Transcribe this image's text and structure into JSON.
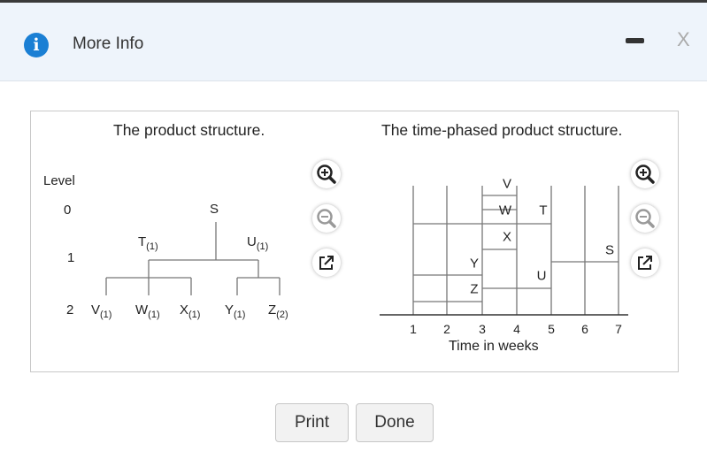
{
  "dialog": {
    "title": "More Info",
    "info_glyph": "i",
    "close_glyph": "X"
  },
  "left_panel": {
    "title": "The product structure.",
    "level_header": "Level",
    "levels": [
      "0",
      "1",
      "2"
    ],
    "root": "S",
    "level1": [
      {
        "name": "T",
        "qty": "(1)"
      },
      {
        "name": "U",
        "qty": "(1)"
      }
    ],
    "level2": [
      {
        "name": "V",
        "qty": "(1)"
      },
      {
        "name": "W",
        "qty": "(1)"
      },
      {
        "name": "X",
        "qty": "(1)"
      },
      {
        "name": "Y",
        "qty": "(1)"
      },
      {
        "name": "Z",
        "qty": "(2)"
      }
    ]
  },
  "right_panel": {
    "title": "The time-phased product structure.",
    "bar_labels": [
      "V",
      "W",
      "T",
      "X",
      "S",
      "Y",
      "U",
      "Z"
    ],
    "ticks": [
      "1",
      "2",
      "3",
      "4",
      "5",
      "6",
      "7"
    ],
    "xlabel": "Time in weeks"
  },
  "icons": {
    "zoom_in": "zoom-in-icon",
    "zoom_out": "zoom-out-icon",
    "popout": "popout-icon",
    "info": "info-icon",
    "minimize": "minimize-icon",
    "close": "close-icon"
  },
  "colors": {
    "accent": "#1a7fd4",
    "header_bg": "#eef4fb",
    "line": "#777777"
  },
  "buttons": {
    "print": "Print",
    "done": "Done"
  }
}
